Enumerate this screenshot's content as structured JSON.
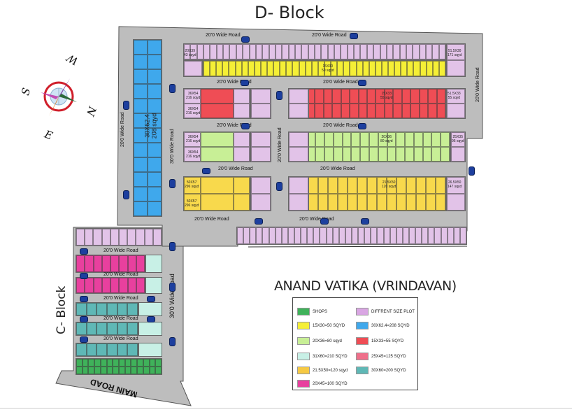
{
  "titles": {
    "d_block": "D- Block",
    "c_block": "C- Block",
    "project": "ANAND VATIKA (VRINDAVAN)",
    "main_road": "MAIN ROAD"
  },
  "compass": {
    "n": "N",
    "s": "S",
    "e": "E",
    "w": "W"
  },
  "roads": {
    "r20_a": "20'0 Wide Road",
    "r20_b": "20'0 Wide Road",
    "r20_c": "20'0 Wide Road",
    "r20_d": "20'0 Wide Road",
    "r20_e": "20'0 Wide Road",
    "r20_f": "20'0 Wide Road",
    "r20_g": "20'0 Wide Road",
    "r20_h": "20'0 Wide Road",
    "r20_i": "20'0 Wide Road",
    "r20_j": "20'0 Wide Road",
    "r20_k": "20'0 Wide Road",
    "r20_v_left": "20'0 Wide Road",
    "r20_v_right": "20'0 Wide Road",
    "r30_v_mid": "30'0 Wide Road",
    "r30_v_c": "30'0 Wide Road",
    "r20_c1": "20'0 Wide Road",
    "r20_c2": "20'0 Wide Road",
    "r20_c3": "20'0 Wide Road",
    "r20_c4": "20'0 Wide Road",
    "r20_c5": "20'0 Wide Road"
  },
  "plot_labels": {
    "blue_big": "30X62.4\n208 sqyd",
    "yellow_mid": "15X30\n50 sqyd",
    "red_mid": "15X33\n55 sqyd",
    "green_mid": "20X36\n80 sqyd",
    "orange_mid": "21.5X50\n120 sqyd",
    "red_left_a": "36X54\n216 sqyd",
    "red_left_b": "36X54\n216 sqyd",
    "green_left_a": "36X54\n216 sqyd",
    "green_left_b": "36X54\n216 sqyd",
    "orange_left_a": "50X57\n296 sqyd",
    "orange_left_b": "50X57\n296 sqyd",
    "corner_a": "20X39\n43 sqyd",
    "corner_b": "51.5X30\n171 sqyd",
    "corner_c": "51.5X33\n55 sqyd",
    "corner_d": "25X35\n95 sqyd",
    "corner_e": "26.5X50\n147 sqyd"
  },
  "legend": [
    {
      "label": "SHOPS",
      "color": "#3fb25a"
    },
    {
      "label": "DIFFRENT SIZE PLOT",
      "color": "#d9a6e3"
    },
    {
      "label": "15X30=50 SQYD",
      "color": "#f5ef36"
    },
    {
      "label": "30X62.4=208 SQYD",
      "color": "#3fa8ec"
    },
    {
      "label": "20X36=80 sqyd",
      "color": "#c8ef96"
    },
    {
      "label": "15X33=55 SQYD",
      "color": "#ef4d55"
    },
    {
      "label": "31X60=210 SQYD",
      "color": "#c8f0e6"
    },
    {
      "label": "25X45=125 SQYD",
      "color": "#ef6f8a"
    },
    {
      "label": "21.5X50=120 sqyd",
      "color": "#f6c943"
    },
    {
      "label": "30X60=200 SQYD",
      "color": "#5fb8b6"
    },
    {
      "label": "20X45=100 SQYD",
      "color": "#e8409e"
    }
  ],
  "colors": {
    "road": "#bdbdbd",
    "lilac": "#e2c3e8",
    "yellow": "#f5ef36",
    "blue": "#3fa8ec",
    "green": "#c8ef96",
    "red": "#ef4d55",
    "orange": "#f8d94c",
    "pink": "#e8409e",
    "teal": "#5fb8b6",
    "shops": "#3fb25a",
    "mint": "#c8f0e6",
    "car": "#1d3f9e"
  }
}
